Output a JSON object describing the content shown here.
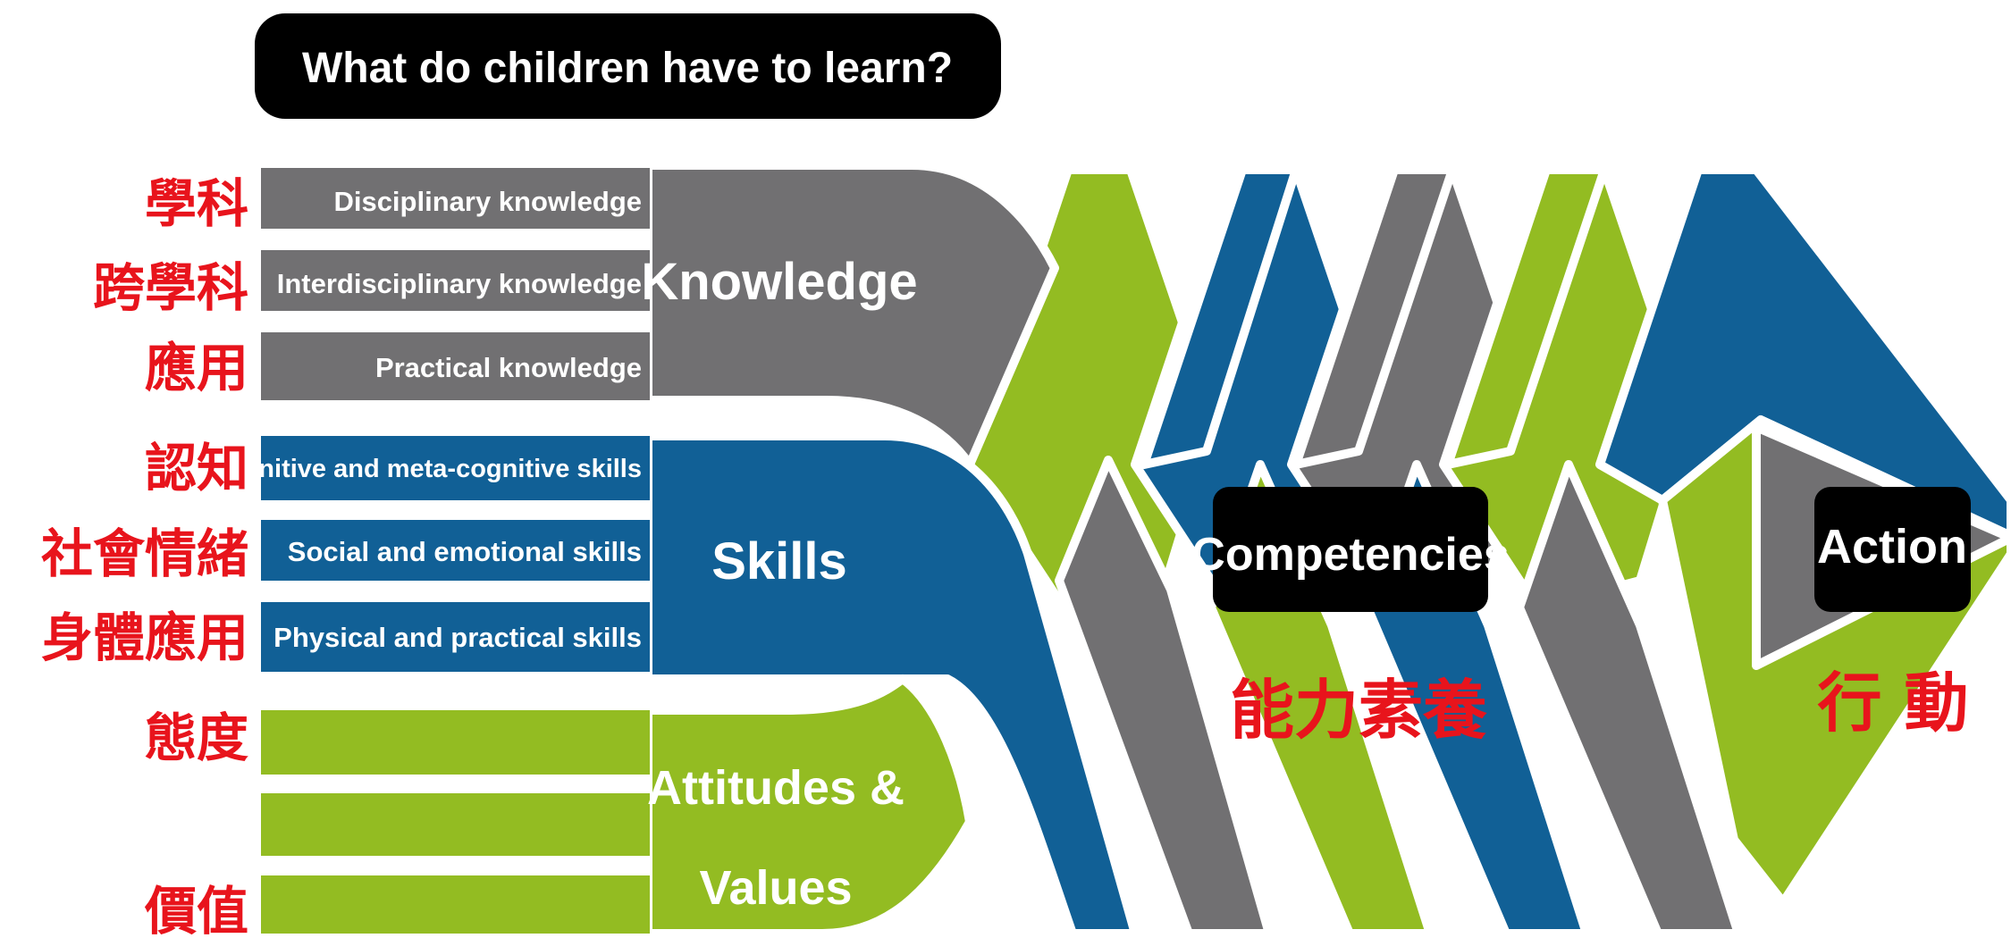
{
  "title": "What do children have to learn?",
  "colors": {
    "knowledge": "#717072",
    "skills": "#116096",
    "attitudes": "#93bc22",
    "label_bg": "#000000",
    "chinese_label": "#e8141c"
  },
  "rows": {
    "knowledge": [
      {
        "english": "Disciplinary knowledge",
        "chinese": "學科"
      },
      {
        "english": "Interdisciplinary knowledge",
        "chinese": "跨學科"
      },
      {
        "english": "Practical knowledge",
        "chinese": "應用"
      }
    ],
    "skills": [
      {
        "english": "Cognitive and meta-cognitive skills",
        "chinese": "認知"
      },
      {
        "english": "Social and emotional skills",
        "chinese": "社會情緒"
      },
      {
        "english": "Physical and practical skills",
        "chinese": "身體應用"
      }
    ],
    "attitudes": [
      {
        "english": "",
        "chinese": "態度"
      },
      {
        "english": "",
        "chinese": ""
      },
      {
        "english": "",
        "chinese": "價值"
      }
    ]
  },
  "groups": {
    "knowledge": "Knowledge",
    "skills": "Skills",
    "attitudes_line1": "Attitudes &",
    "attitudes_line2": "Values"
  },
  "outcomes": {
    "competencies": "Competencies",
    "competencies_chinese": "能力素養",
    "action": "Action",
    "action_chinese": "行 動"
  }
}
